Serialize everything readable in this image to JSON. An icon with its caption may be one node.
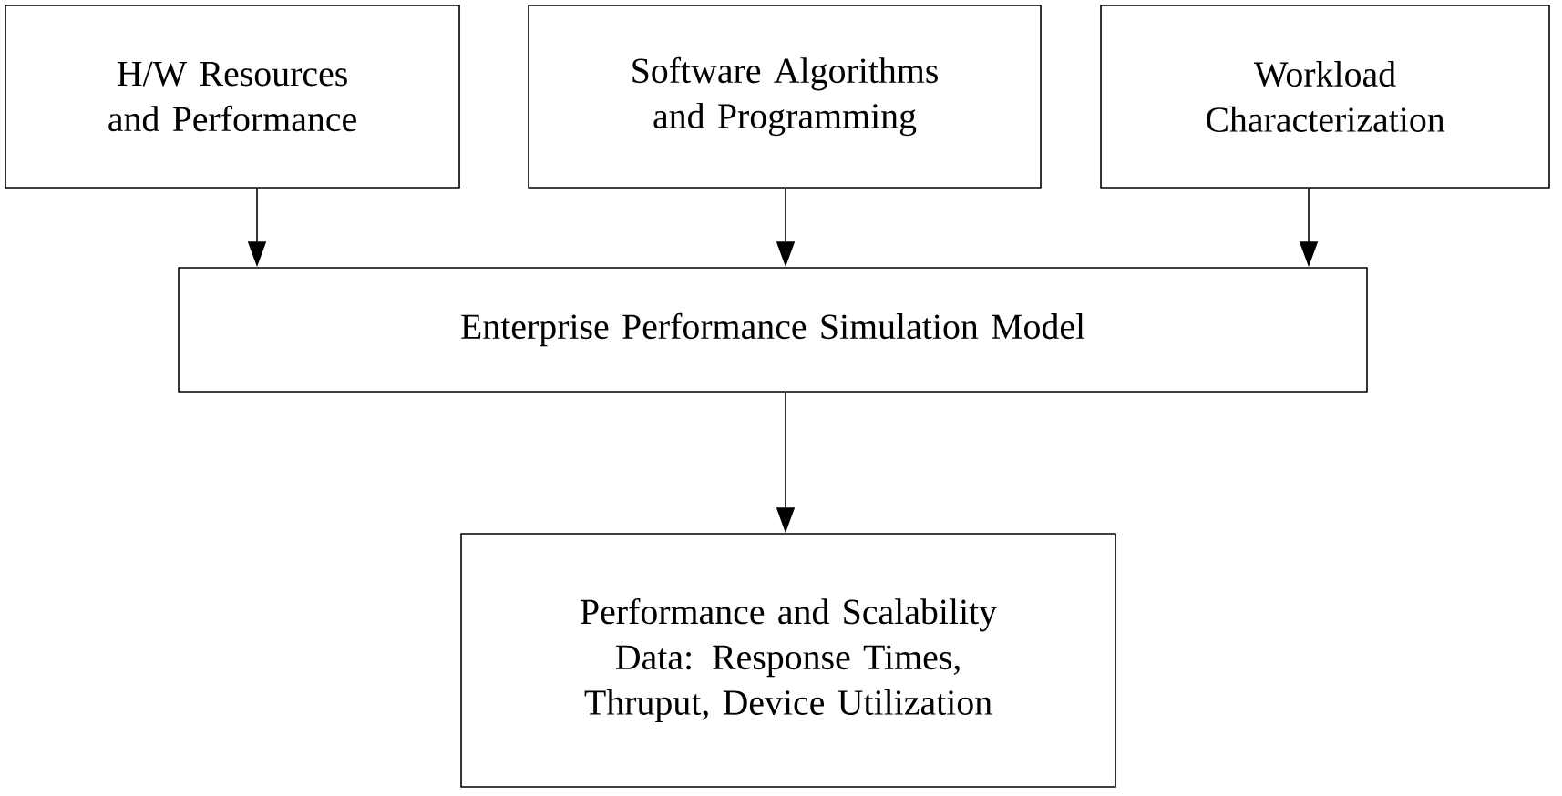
{
  "diagram": {
    "nodes": [
      {
        "text": [
          "H/W Resources and Performance"
        ]
      },
      {
        "text": [
          "Software Algorithms and Programming"
        ]
      },
      {
        "text": [
          "Workload Characterization"
        ]
      },
      {
        "text": [
          "Enterprise Performance Simulation Model"
        ]
      },
      {
        "text": [
          "Performance and Scalability Data: Response Times, Thruput, Device Utilization"
        ]
      }
    ],
    "edges": [
      {
        "from": 0,
        "to": 3,
        "arrow": "to"
      },
      {
        "from": 1,
        "to": 3,
        "arrow": "to"
      },
      {
        "from": 2,
        "to": 3,
        "arrow": "to"
      },
      {
        "from": 3,
        "to": 4,
        "arrow": "to"
      }
    ]
  }
}
